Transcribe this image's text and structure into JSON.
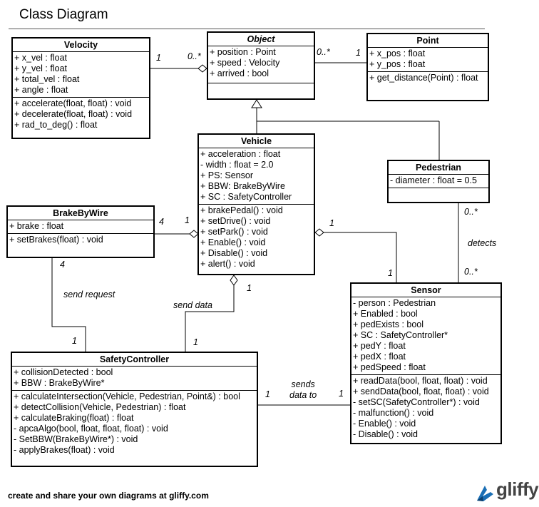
{
  "title": "Class Diagram",
  "classes": {
    "object": {
      "name": "Object",
      "attributes": [
        "+ position : Point",
        "+ speed : Velocity",
        "+ arrived : bool"
      ],
      "methods": []
    },
    "velocity": {
      "name": "Velocity",
      "attributes": [
        "+ x_vel : float",
        "+ y_vel : float",
        "+ total_vel : float",
        "+ angle : float"
      ],
      "methods": [
        "+ accelerate(float, float) : void",
        "+ decelerate(float, float) : void",
        "+ rad_to_deg() : float"
      ]
    },
    "point": {
      "name": "Point",
      "attributes": [
        "+ x_pos : float",
        "+ y_pos : float"
      ],
      "methods": [
        "+ get_distance(Point) : float"
      ]
    },
    "vehicle": {
      "name": "Vehicle",
      "attributes": [
        "+ acceleration : float",
        "- width : float = 2.0",
        "+ PS: Sensor",
        "+ BBW: BrakeByWire",
        "+ SC : SafetyController"
      ],
      "methods": [
        "+ brakePedal() : void",
        "+ setDrive() : void",
        "+ setPark() : void",
        "+ Enable() : void",
        "+ Disable() : void",
        "+ alert() : void"
      ]
    },
    "pedestrian": {
      "name": "Pedestrian",
      "attributes": [
        "- diameter : float = 0.5"
      ]
    },
    "brakebywire": {
      "name": "BrakeByWire",
      "attributes": [
        "+ brake : float"
      ],
      "methods": [
        "+ setBrakes(float) : void"
      ]
    },
    "sensor": {
      "name": "Sensor",
      "attributes": [
        "- person : Pedestrian",
        "+ Enabled : bool",
        "+ pedExists : bool",
        "+ SC : SafetyController*",
        "+ pedY : float",
        "+ pedX : float",
        "+ pedSpeed : float"
      ],
      "methods": [
        "+ readData(bool, float, float) : void",
        "+ sendData(bool, float, float) : void",
        "- setSC(SafetyController*) : void",
        "- malfunction() : void",
        "- Enable() : void",
        "- Disable() : void"
      ]
    },
    "safetycontroller": {
      "name": "SafetyController",
      "attributes": [
        "+ collisionDetected : bool",
        "+ BBW : BrakeByWire*"
      ],
      "methods": [
        "+ calculateIntersection(Vehicle, Pedestrian, Point&) : bool",
        "+ detectCollision(Vehicle, Pedestrian) : float",
        "+ calculateBraking(float) : float",
        "- apcaAlgo(bool, float, float, float) : void",
        "- SetBBW(BrakeByWire*) : void",
        "- applyBrakes(float) : void"
      ]
    }
  },
  "labels": {
    "velocity_object_1": "1",
    "velocity_object_0n": "0..*",
    "object_point_0n": "0..*",
    "object_point_1": "1",
    "bbw_vehicle_4": "4",
    "bbw_vehicle_1": "1",
    "vehicle_sensor_1_top": "1",
    "vehicle_sensor_1_bottom": "1",
    "pedestrian_0n": "0..*",
    "detects": "detects",
    "sensor_0n": "0..*",
    "bbw_sc_4": "4",
    "send_request": "send request",
    "bbw_sc_1": "1",
    "vehicle_sc_1": "1",
    "send_data": "send data",
    "sc_vehicle_1": "1",
    "sc_sensor_1_left": "1",
    "sends_data_to": "sends\ndata to",
    "sc_sensor_1_right": "1"
  },
  "footer": "create and share your own diagrams at gliffy.com",
  "brand": "gliffy"
}
